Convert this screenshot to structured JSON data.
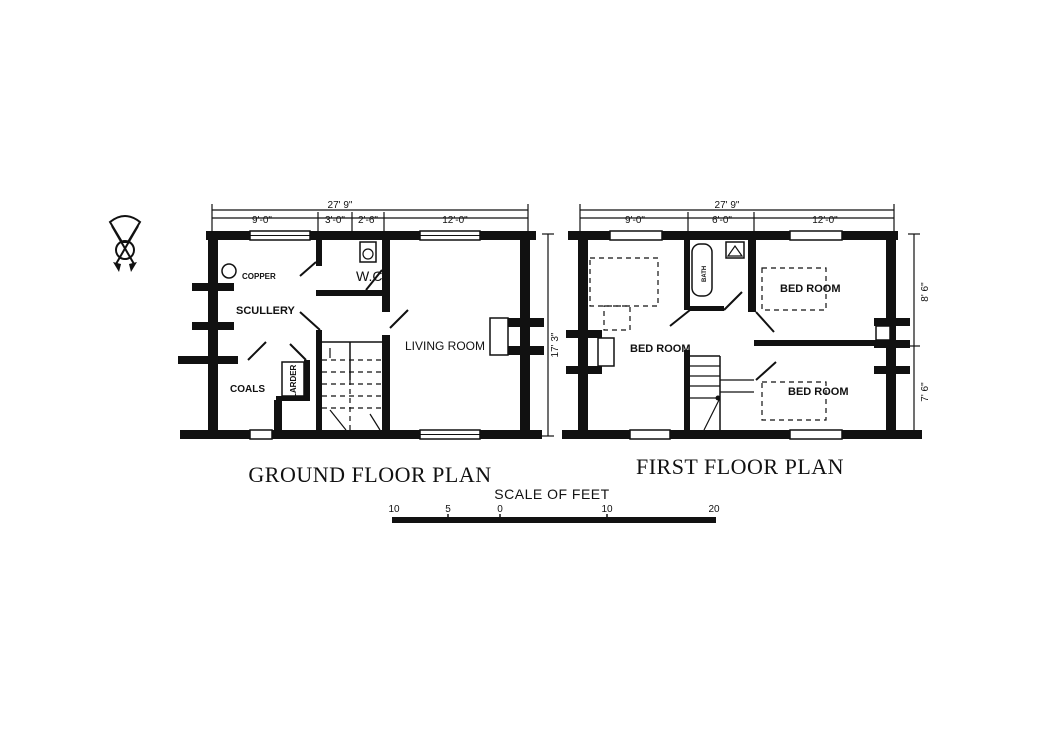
{
  "colors": {
    "ink": "#111111",
    "paper": "#ffffff"
  },
  "icons": {
    "compass": "north-point-icon"
  },
  "ground": {
    "title": "GROUND FLOOR PLAN",
    "rooms": {
      "copper": "COPPER",
      "wc": "W.C.",
      "scullery": "SCULLERY",
      "living": "LIVING ROOM",
      "coals": "COALS",
      "larder": "LARDER"
    },
    "dims": {
      "overall": "27' 9\"",
      "left": "9'-0\"",
      "mid_a": "3'-0\"",
      "mid_b": "2'-6\"",
      "right": "12'-0\"",
      "depth": "17' 3\""
    }
  },
  "first": {
    "title": "FIRST FLOOR PLAN",
    "rooms": {
      "bath": "BATH",
      "bed_left": "BED ROOM",
      "bed_top": "BED ROOM",
      "bed_bottom": "BED ROOM"
    },
    "dims": {
      "overall": "27' 9\"",
      "left": "9'-0\"",
      "mid": "6'-0\"",
      "right": "12'-0\"",
      "depth_top": "8' 6\"",
      "depth_bottom": "7' 6\""
    }
  },
  "scale": {
    "title": "SCALE OF FEET",
    "ticks": [
      "10",
      "5",
      "0",
      "10",
      "20"
    ]
  }
}
